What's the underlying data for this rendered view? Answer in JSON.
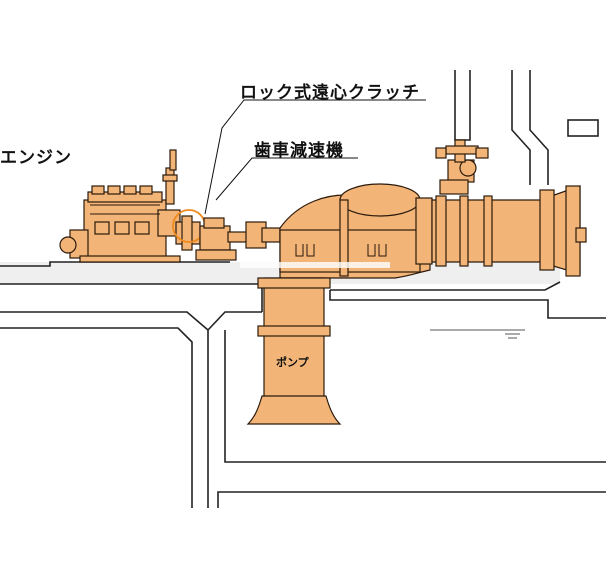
{
  "labels": {
    "engine": "エンジン",
    "lock_clutch": "ロック式遠心クラッチ",
    "gear_reducer": "歯車減速機",
    "pump": "ポンプ"
  },
  "colors": {
    "machine_fill": "#f2b477",
    "machine_stroke": "#2b1a0c",
    "structure_stroke": "#222222",
    "floor_fill": "#e9e9e9",
    "highlight_circle": "#f08a1c"
  }
}
